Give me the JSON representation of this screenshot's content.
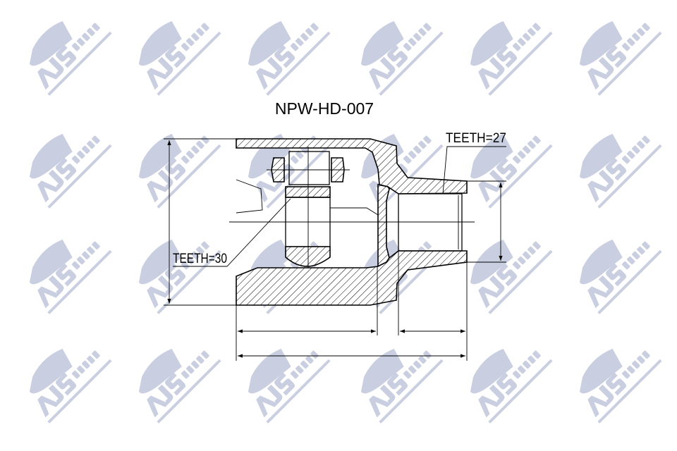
{
  "drawing": {
    "part_number": "NPW-HD-007",
    "teeth_outer_label": "TEETH=27",
    "teeth_inner_label": "TEETH=30"
  },
  "watermark": {
    "brand_a": "AJS",
    "brand_b": "PARTS",
    "color": "#c9cfe0",
    "columns": 6,
    "rows": 4
  }
}
